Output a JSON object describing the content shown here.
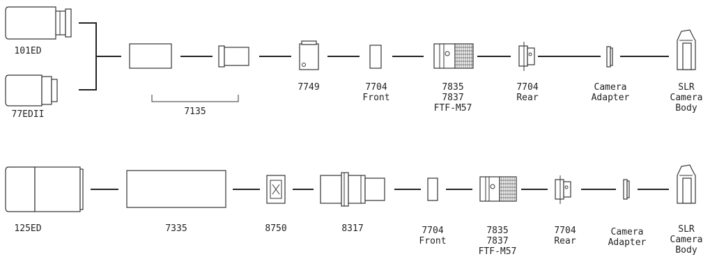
{
  "row1": {
    "scope_a": "101ED",
    "scope_b": "77EDII",
    "bracket": "7135",
    "adapter": "7749",
    "front": [
      "7704",
      "Front"
    ],
    "ftf": [
      "7835",
      "7837",
      "FTF-M57"
    ],
    "rear": [
      "7704",
      "Rear"
    ],
    "camera_adapter": [
      "Camera",
      "Adapter"
    ],
    "camera_body": [
      "SLR",
      "Camera",
      "Body"
    ]
  },
  "row2": {
    "scope": "125ED",
    "tube": "7335",
    "reducer": "8750",
    "extension": "8317",
    "front": [
      "7704",
      "Front"
    ],
    "ftf": [
      "7835",
      "7837",
      "FTF-M57"
    ],
    "rear": [
      "7704",
      "Rear"
    ],
    "camera_adapter": [
      "Camera",
      "Adapter"
    ],
    "camera_body": [
      "SLR",
      "Camera",
      "Body"
    ]
  }
}
